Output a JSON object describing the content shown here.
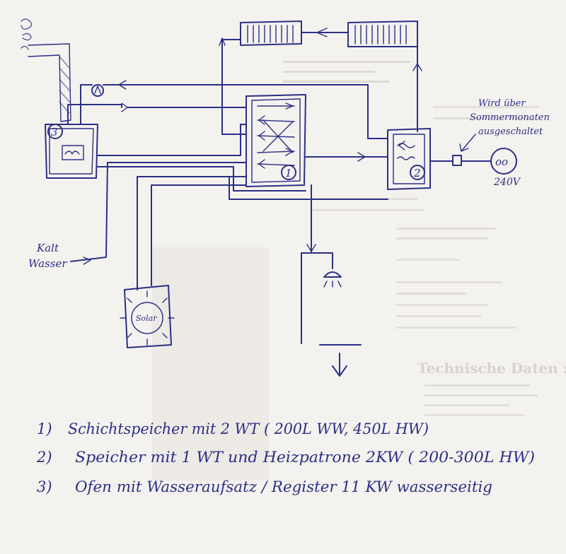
{
  "colors": {
    "ink": "#2b2f86",
    "paper": "#f4f2ee",
    "faint_print": "#cfcbc4"
  },
  "labels": {
    "stove_number": "3",
    "tank1_number": "1",
    "tank2_number": "2",
    "solar": "Solar",
    "cold_water_line1": "Kalt",
    "cold_water_line2": "Wasser",
    "summer_note_line1": "Wird über",
    "summer_note_line2": "Sommermonaten",
    "summer_note_line3": "ausgeschaltet",
    "voltage": "240V",
    "supply_symbol": "oo"
  },
  "legend": [
    {
      "num": "1)",
      "text": "Schichtspeicher mit 2 WT  ( 200L WW, 450L HW)"
    },
    {
      "num": "2)",
      "text": "Speicher mit 1 WT und Heizpatrone 2KW   ( 200-300L HW)"
    },
    {
      "num": "3)",
      "text": "Ofen mit Wasseraufsatz / Register 11 KW wasserseitig"
    }
  ],
  "background_print": {
    "heading": "Technische Daten :"
  }
}
